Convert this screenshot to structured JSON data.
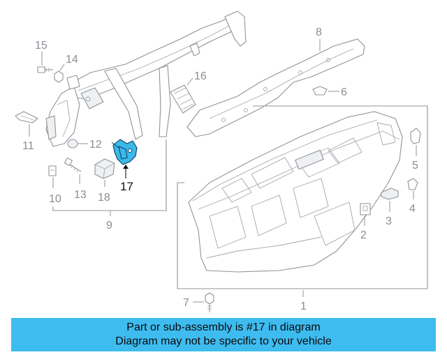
{
  "callouts": {
    "c1": "1",
    "c2": "2",
    "c3": "3",
    "c4": "4",
    "c5": "5",
    "c6": "6",
    "c7": "7",
    "c8": "8",
    "c9": "9",
    "c10": "10",
    "c11": "11",
    "c12": "12",
    "c13": "13",
    "c14": "14",
    "c15": "15",
    "c16": "16",
    "c17": "17",
    "c18": "18"
  },
  "highlight_part": "17",
  "colors": {
    "highlight": "#3cb8ea",
    "banner": "#3ebcf0",
    "line": "#8f9399"
  },
  "banner": {
    "line1": "Part or sub-assembly is #17 in diagram",
    "line2": "Diagram may not be specific to your vehicle"
  }
}
